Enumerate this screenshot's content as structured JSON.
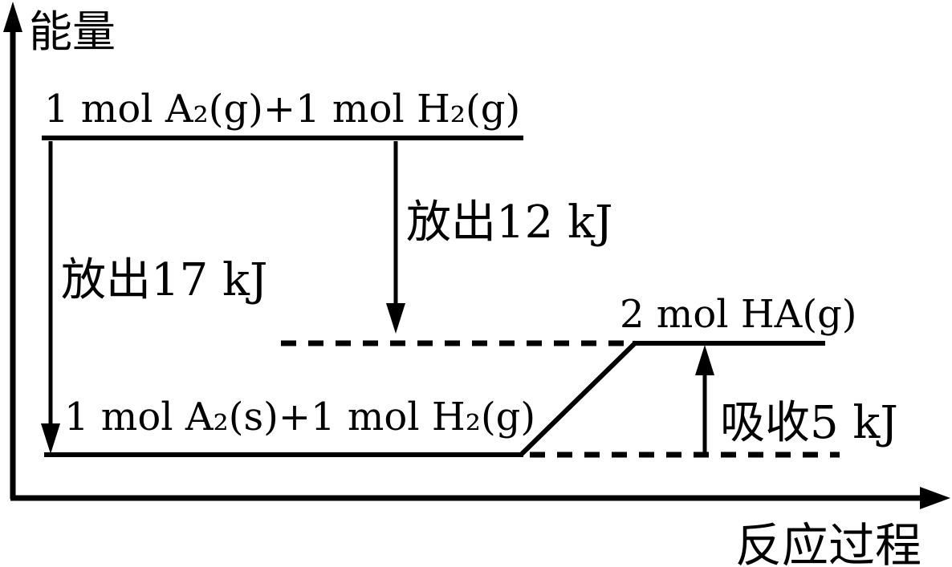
{
  "diagram": {
    "axes": {
      "y_label": "能量",
      "x_label": "反应过程"
    },
    "levels": {
      "reactants_gas": {
        "label": "1 mol A₂(g)+1 mol H₂(g)",
        "line_style": "solid",
        "position": "top"
      },
      "reactants_solid": {
        "label": "1 mol A₂(s)+1 mol H₂(g)",
        "line_style": "solid",
        "position": "bottom"
      },
      "product": {
        "label": "2 mol HA(g)",
        "line_style": "solid",
        "position": "middle-right"
      },
      "intermediate_dashed": {
        "label": "",
        "line_style": "dashed",
        "position": "middle-left"
      },
      "bottom_dashed_extension": {
        "label": "",
        "line_style": "dashed",
        "position": "bottom-right"
      }
    },
    "transitions": {
      "release_12": {
        "label": "放出12 kJ",
        "direction": "down"
      },
      "release_17": {
        "label": "放出17 kJ",
        "direction": "down"
      },
      "absorb_5": {
        "label": "吸收5 kJ",
        "direction": "up"
      }
    },
    "colors": {
      "ink": "#000000",
      "background": "#ffffff"
    }
  }
}
